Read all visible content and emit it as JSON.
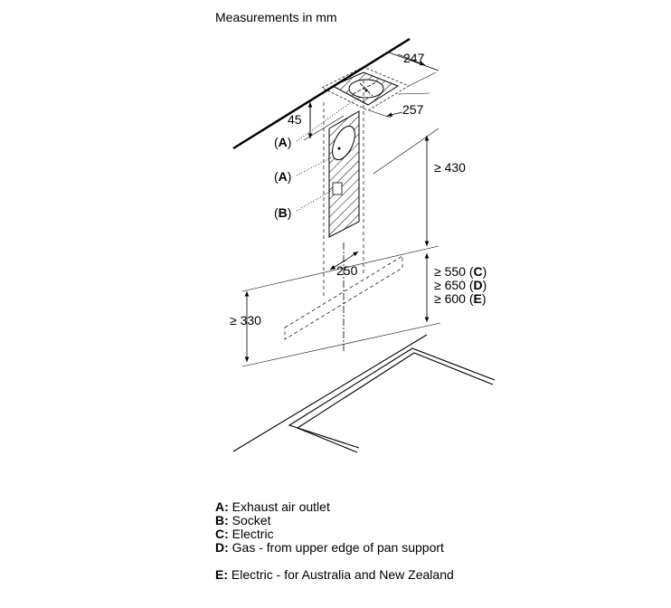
{
  "title": "Measurements in mm",
  "dimensions": {
    "width_247": "247",
    "depth_257": "257",
    "offset_45": "45",
    "min_430": "≥ 430",
    "width_250": "250",
    "min_330": "≥ 330",
    "min_550": "≥ 550 (",
    "min_550_tag": "C",
    "min_650": "≥ 650 (",
    "min_650_tag": "D",
    "min_600": "≥ 600 (",
    "min_600_tag": "E",
    "close": ")"
  },
  "callouts": {
    "a1": "A",
    "a2": "A",
    "b": "B",
    "open": "(",
    "close": ")"
  },
  "legend": [
    {
      "key": "A:",
      "text": " Exhaust air outlet"
    },
    {
      "key": "B:",
      "text": " Socket"
    },
    {
      "key": "C:",
      "text": " Electric"
    },
    {
      "key": "D:",
      "text": " Gas - from upper edge of pan support"
    },
    {
      "key": "E:",
      "text": " Electric - for Australia and New Zealand"
    }
  ]
}
